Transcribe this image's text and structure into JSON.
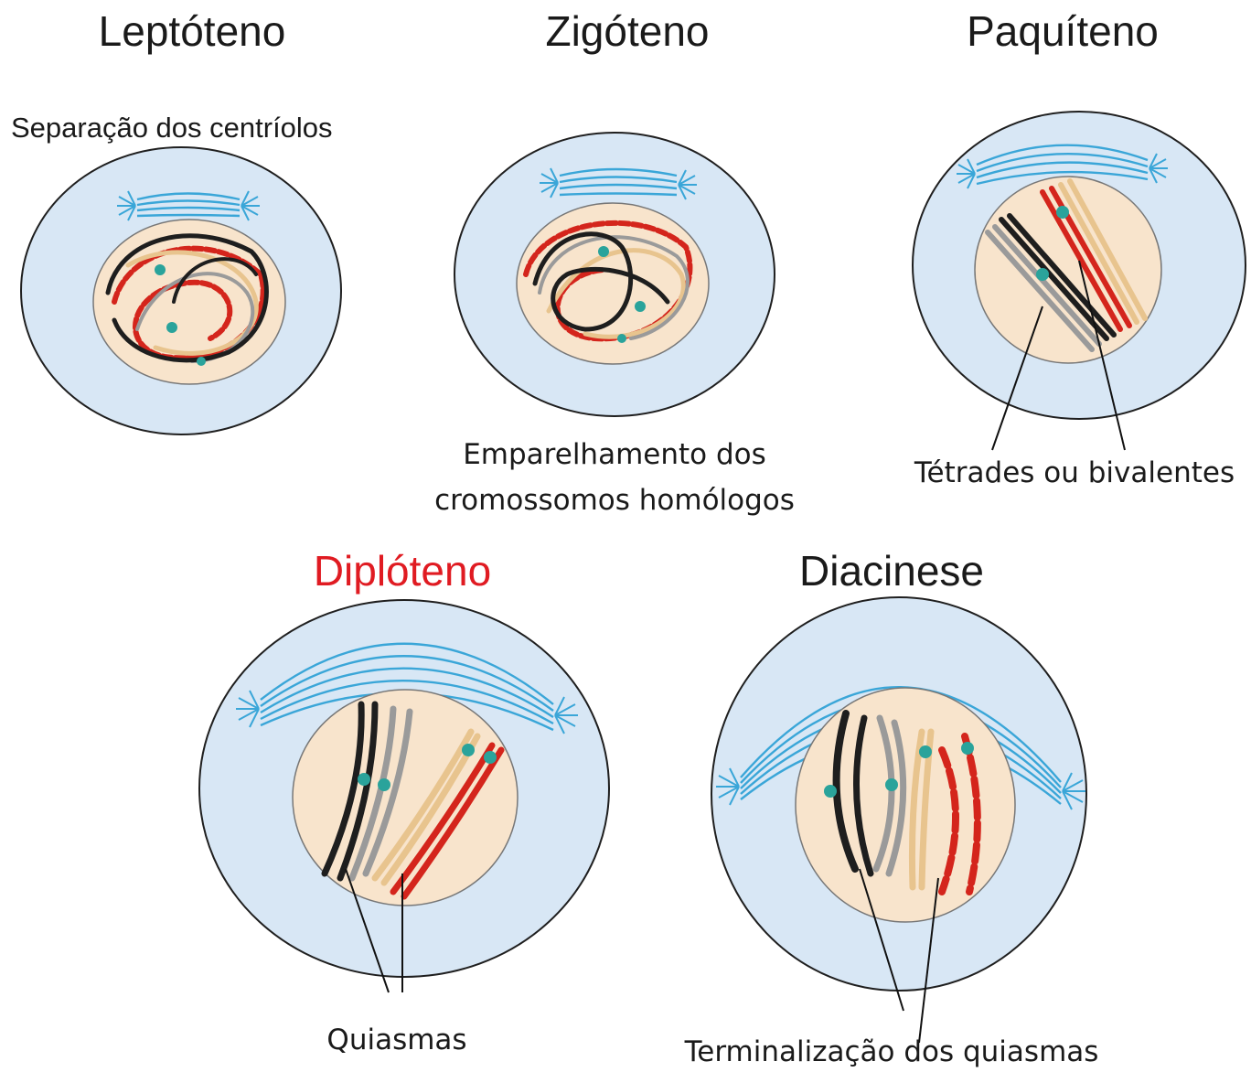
{
  "colors": {
    "title_text": "#1a1a1a",
    "highlight_title": "#e01b22",
    "cell_fill": "#d8e7f5",
    "nucleus_fill": "#f8e4cc",
    "spindle": "#3aa6d8",
    "chromosome_black": "#1e1e1e",
    "chromosome_gray": "#9a9a9a",
    "chromosome_tan": "#e8c48e",
    "chromosome_red": "#d4251c",
    "centromere": "#2aa39b"
  },
  "stages": {
    "leptoteno": {
      "title": "Leptóteno",
      "label": "Separação dos centríolos"
    },
    "zigoteno": {
      "title": "Zigóteno",
      "label_line1": "Emparelhamento dos",
      "label_line2": "cromossomos homólogos"
    },
    "paquiteno": {
      "title": "Paquíteno",
      "label": "Tétrades ou bivalentes"
    },
    "diploteno": {
      "title": "Diplóteno",
      "label": "Quiasmas"
    },
    "diacinese": {
      "title": "Diacinese",
      "label": "Terminalização dos quiasmas"
    }
  }
}
